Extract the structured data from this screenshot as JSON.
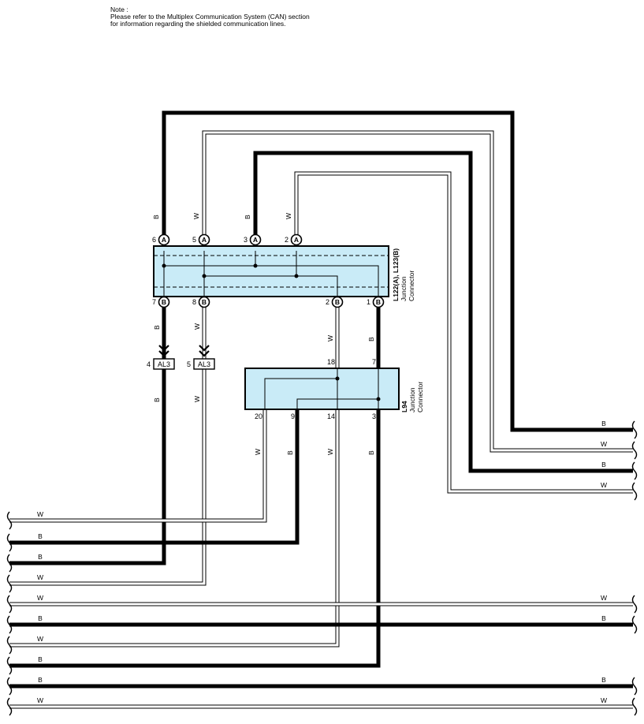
{
  "note": {
    "lines": [
      "Note :",
      "Please refer to the Multiplex Communication System (CAN) section",
      "for information regarding the shielded communication lines."
    ]
  },
  "connectors": {
    "j1": {
      "name": "L122(A), L123(B)",
      "desc1": "Junction",
      "desc2": "Connector",
      "top_pins": [
        {
          "num": "6",
          "letter": "A",
          "wire": "B"
        },
        {
          "num": "5",
          "letter": "A",
          "wire": "W"
        },
        {
          "num": "3",
          "letter": "A",
          "wire": "B"
        },
        {
          "num": "2",
          "letter": "A",
          "wire": "W"
        }
      ],
      "bottom_pins": [
        {
          "num": "7",
          "letter": "B",
          "wire": "B"
        },
        {
          "num": "8",
          "letter": "B",
          "wire": "W"
        },
        {
          "num": "2",
          "letter": "B",
          "wire": "W"
        },
        {
          "num": "1",
          "letter": "B",
          "wire": "B"
        }
      ]
    },
    "j2": {
      "name": "L94",
      "desc1": "Junction",
      "desc2": "Connector",
      "top_pins": [
        {
          "num": "18",
          "wire": "W"
        },
        {
          "num": "7",
          "wire": "B"
        }
      ],
      "bottom_pins": [
        {
          "num": "20",
          "wire": "W"
        },
        {
          "num": "9",
          "wire": "B"
        },
        {
          "num": "14",
          "wire": "W"
        },
        {
          "num": "3",
          "wire": "B"
        }
      ]
    },
    "al3": [
      {
        "num": "4",
        "name": "AL3",
        "wire": "B"
      },
      {
        "num": "5",
        "name": "AL3",
        "wire": "W"
      }
    ]
  },
  "right_wires": [
    "B",
    "W",
    "B",
    "W"
  ],
  "left_wires": [
    "W",
    "B",
    "B",
    "W",
    "W",
    "B",
    "W",
    "B",
    "B",
    "W"
  ],
  "far_right_wires": [
    "W",
    "B",
    "B",
    "W"
  ],
  "colors": {
    "box_fill": "#c9ebf7",
    "wire_b": "#000000",
    "wire_w": "#ffffff",
    "line": "#000000"
  }
}
